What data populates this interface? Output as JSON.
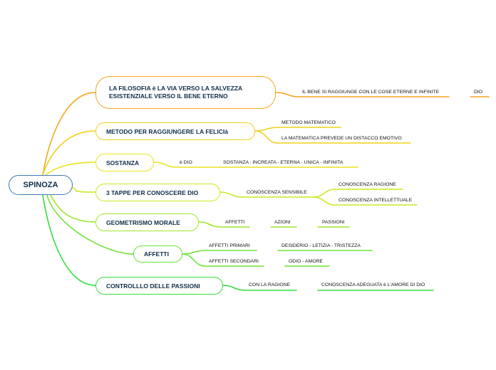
{
  "root": {
    "label": "SPINOZA",
    "border_color": "#3d7ab5"
  },
  "branches": [
    {
      "label": "LA FILOSOFIA è LA VIA VERSO LA SALVEZZA ESISTENZIALE VERSO IL BENE ETERNO",
      "color": "#f5a623",
      "leaves": [
        "IL BENE SI RAGGIUNGE CON LE COSE ETERNE E INFINITE",
        "DIO"
      ]
    },
    {
      "label": "METODO PER RAGGIUNGERE LA FELICIà",
      "color": "#f2d01c",
      "leaves": [
        "METODO MATEMATICO",
        "LA MATEMATICA PREVEDE UN DISTACCO EMOTIVO"
      ]
    },
    {
      "label": "SOSTANZA",
      "color": "#e8e41d",
      "leaves": [
        "è DIO",
        "SOSTANZA : INCREATA - ETERNA - UNICA - INFINITA"
      ]
    },
    {
      "label": "3 TAPPE PER CONOSCERE DIO",
      "color": "#c8ea22",
      "leaves": [
        "CONOSCENZA SENSIBILE",
        "CONOSCENZA RAGIONE",
        "CONOSCENZA INTELLETTUALE"
      ]
    },
    {
      "label": "GEOMETRISMO MORALE",
      "color": "#9ee62b",
      "leaves": [
        "AFFETTI",
        "AZIONI",
        "PASSIONI"
      ]
    },
    {
      "label": "AFFETTI",
      "color": "#6fe236",
      "leaves": [
        "AFFETTI PRIMARI",
        "DESIDERIO - LETIZIA - TRISTEZZA",
        "AFFETTI SECONDARI",
        "ODIO - AMORE"
      ]
    },
    {
      "label": "CONTROLLLO DELLE PASSIONI",
      "color": "#35dd3e",
      "leaves": [
        "CON LA RAGIONE",
        "CONOSCENZA ADEGUATA è L'AMORE DI DIO"
      ]
    }
  ]
}
